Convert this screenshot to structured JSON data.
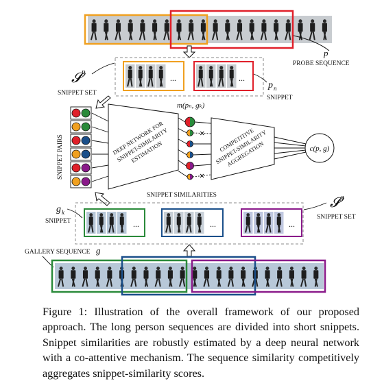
{
  "labels": {
    "probe_sequence": "PROBE SEQUENCE",
    "probe_symbol": "p",
    "snippet_set_symbol_p": "𝓢",
    "snippet_set_sup_p": "p",
    "snippet_set_top": "SNIPPET SET",
    "pn_main": "p",
    "pn_sub": "n",
    "snippet_right": "SNIPPET",
    "snippet_pairs": "SNIPPET PAIRS",
    "m_expr": "m(pₙ, gₖ)",
    "deep_line1": "DEEP NETWORK FOR",
    "deep_line2": "SNIPPET-SIMILARITY",
    "deep_line3": "ESTIMATION",
    "comp_line1": "COMPETITIVE",
    "comp_line2": "SNIPPET-SIMILARITY",
    "comp_line3": "AGGREGATION",
    "cpg": "c(p, g)",
    "snippet_similarities": "SNIPPET SIMILARITIES",
    "gk_main": "g",
    "gk_sub": "k",
    "snippet_left": "SNIPPET",
    "snippet_set_symbol_g": "𝓢",
    "snippet_set_sup_g": "g",
    "snippet_set_bottom": "SNIPPET SET",
    "gallery_sequence": "GALLERY SEQUENCE",
    "gallery_symbol": "g",
    "ellipsis": "..."
  },
  "caption": "Figure 1: Illustration of the overall framework of our proposed approach. The long person sequences are divided into short snippets. Snippet similarities are robustly estimated by a deep neural network with a co-attentive mechanism. The sequence similarity competitively aggregates snippet-similarity scores.",
  "colors": {
    "orange": "#f0a020",
    "red": "#e0202a",
    "green": "#2a8a3a",
    "blue": "#1a4f8a",
    "purple": "#8a1a8a",
    "yellow": "#e8d020",
    "gray": "#9a9a9a",
    "probe_bg": "#c8ccd0",
    "gallery_bg": "#b8c8d8"
  },
  "snippet_pairs": [
    [
      "red",
      "green"
    ],
    [
      "orange",
      "green"
    ],
    [
      "red",
      "blue"
    ],
    [
      "orange",
      "blue"
    ],
    [
      "red",
      "purple"
    ],
    [
      "orange",
      "purple"
    ]
  ]
}
